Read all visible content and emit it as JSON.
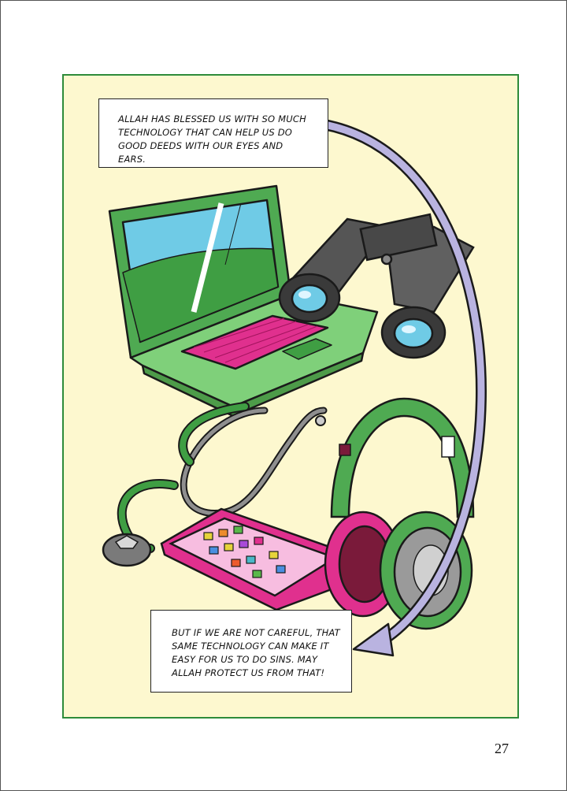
{
  "panel": {
    "caption_top": "Allah has blessed us with so much technology that can help us do good deeds with our eyes and ears.",
    "caption_bottom": "But if we are not careful, that same technology can make it easy for us to do sins. May Allah protect us from that!"
  },
  "illustration": {
    "items": [
      "laptop",
      "binoculars",
      "stethoscope",
      "headphones",
      "tablet"
    ],
    "arrow_color": "#b9b3e0",
    "laptop_color": "#6cc56a",
    "keyboard_color": "#e0308e",
    "screen_sky_color": "#6fcbe6",
    "panel_bg_color": "#fdf8cf",
    "panel_border_color": "#2e8b3a"
  },
  "page": {
    "number": "27"
  }
}
